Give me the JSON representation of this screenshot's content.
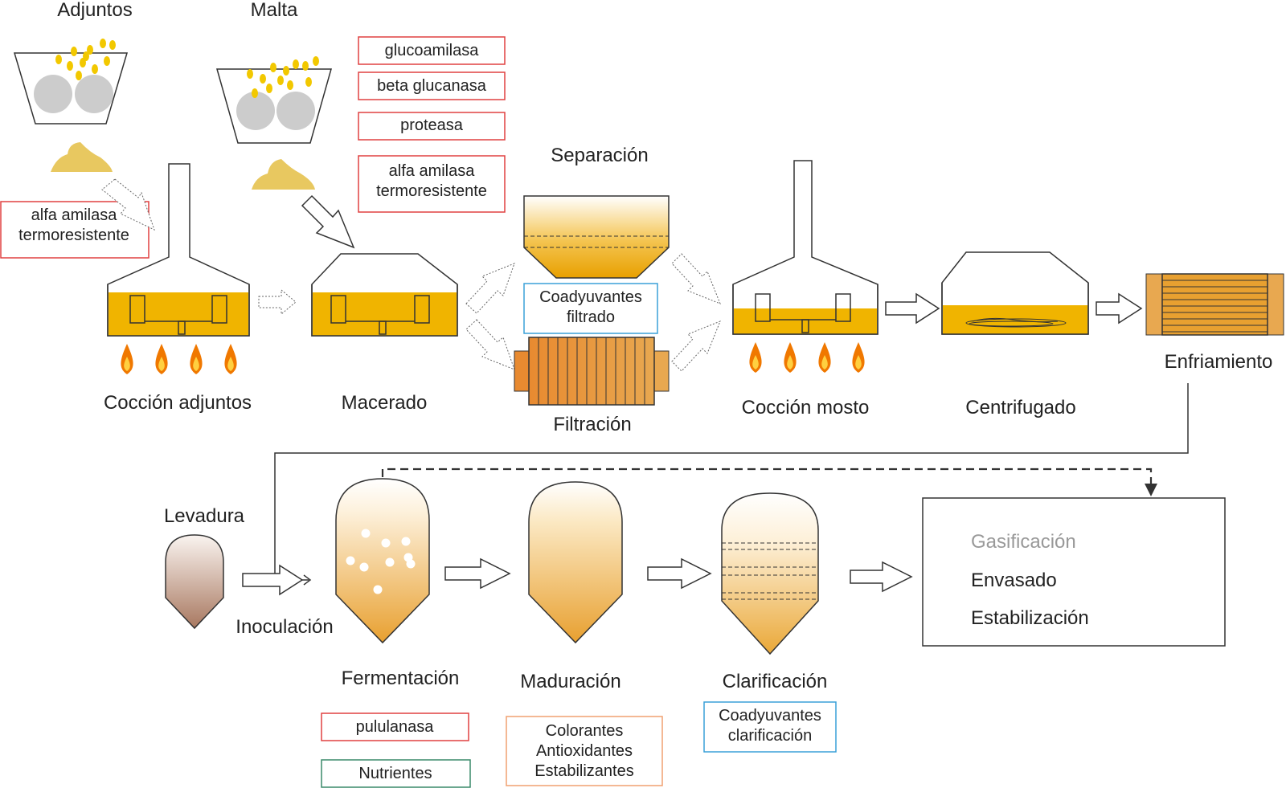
{
  "steps": {
    "adjuntos": "Adjuntos",
    "malta": "Malta",
    "separacion": "Separación",
    "coccion_adjuntos": "Cocción adjuntos",
    "macerado": "Macerado",
    "filtracion": "Filtración",
    "coccion_mosto": "Cocción mosto",
    "centrifugado": "Centrifugado",
    "enfriamiento": "Enfriamiento",
    "levadura": "Levadura",
    "inoculacion": "Inoculación",
    "fermentacion": "Fermentación",
    "maduracion": "Maduración",
    "clarificacion": "Clarificación"
  },
  "enzymes_top": [
    "glucoamilasa",
    "beta glucanasa",
    "proteasa"
  ],
  "enzyme_alfa_macerado": [
    "alfa amilasa",
    "termoresistente"
  ],
  "enzyme_alfa_adjuntos": [
    "alfa amilasa",
    "termoresistente"
  ],
  "coadyuvantes_filtrado": [
    "Coadyuvantes",
    "filtrado"
  ],
  "pululanasa": "pululanasa",
  "nutrientes": "Nutrientes",
  "aditivos": [
    "Colorantes",
    "Antioxidantes",
    "Estabilizantes"
  ],
  "coadyuvantes_clarificacion": [
    "Coadyuvantes",
    "clarificación"
  ],
  "final_steps": {
    "gasificacion": "Gasificación",
    "envasado": "Envasado",
    "estabilizacion": "Estabilización"
  },
  "colors": {
    "enzyme_border": "#e04040",
    "coadyuvante_border": "#3aa0d8",
    "nutriente_border": "#3a8a6a",
    "aditivo_border": "#f0a070",
    "liquid": "#f0b400",
    "grain": "#f2c800",
    "powder": "#e8c860",
    "flame_outer": "#f07800",
    "flame_inner": "#ffd040",
    "gasificacion_text": "#999999"
  }
}
